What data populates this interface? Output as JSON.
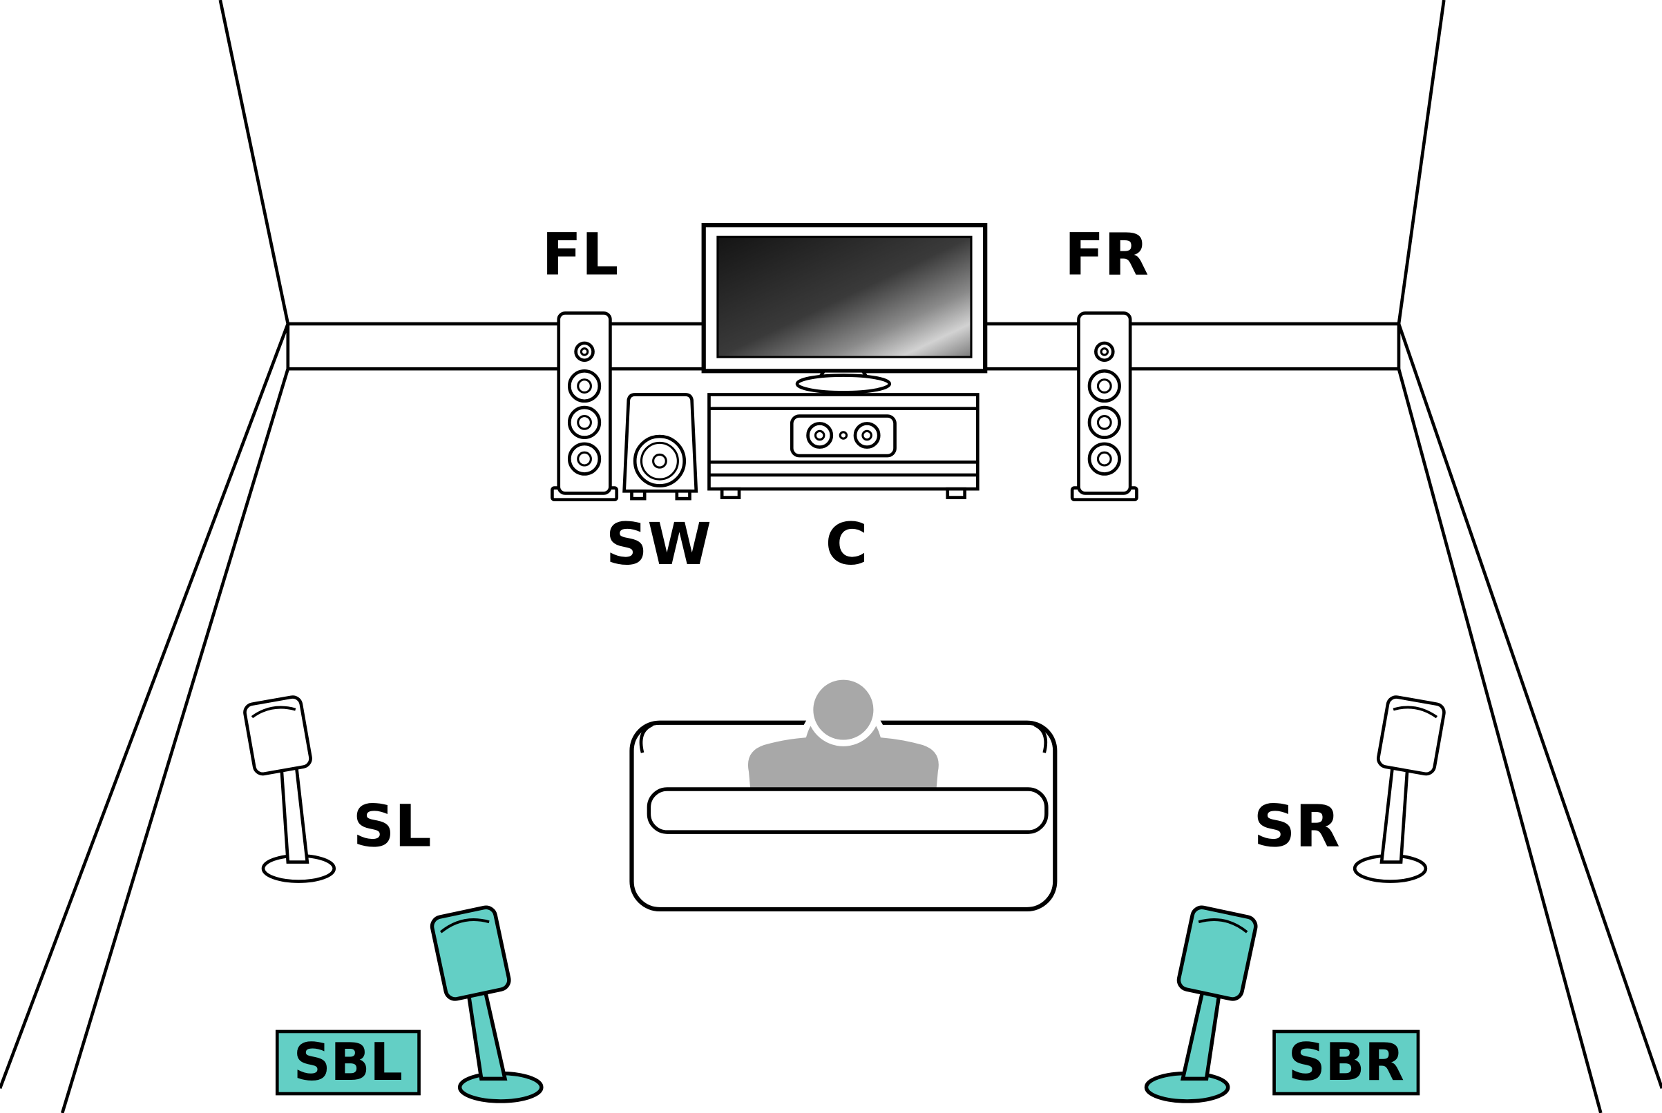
{
  "diagram": {
    "name": "surround-speaker-placement",
    "description": "5.1-channel speaker layout with surround back speakers highlighted",
    "labels": {
      "front_left": "FL",
      "front_right": "FR",
      "subwoofer": "SW",
      "center": "C",
      "surround_left": "SL",
      "surround_right": "SR",
      "surround_back_left": "SBL",
      "surround_back_right": "SBR"
    },
    "colors": {
      "highlight": "#63cfc5",
      "line": "#000000",
      "fill": "#ffffff",
      "person": "#a8a8a8"
    }
  }
}
